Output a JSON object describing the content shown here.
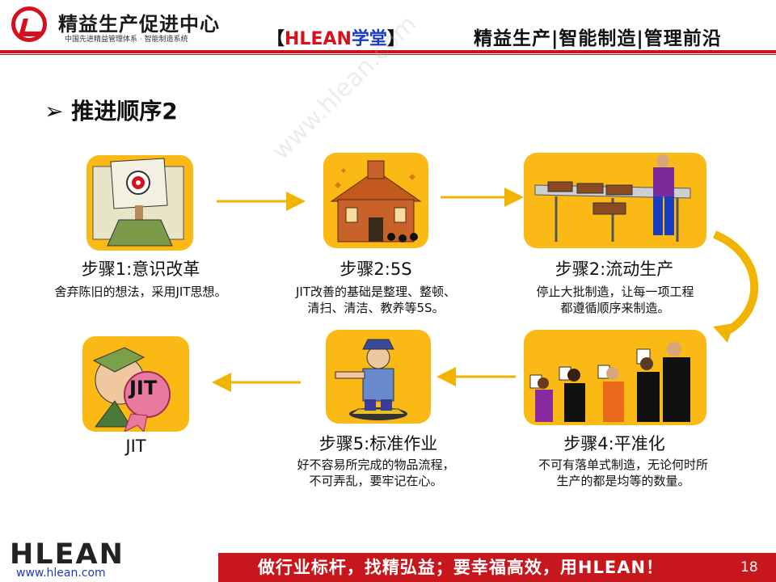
{
  "header": {
    "org_name": "精益生产促进中心",
    "org_sub": "中国先进精益管理体系 · 智能制造系统",
    "brand_bracket_left": "【",
    "brand_h": "HLEAN",
    "brand_cn": "学堂",
    "brand_bracket_right": "】",
    "right_text": "精益生产|智能制造|管理前沿"
  },
  "title": "推进顺序2",
  "watermark": "www.hlean.com",
  "steps": [
    {
      "title": "步骤1:意识改革",
      "desc": [
        "舍弃陈旧的想法，采用JIT思想。"
      ],
      "icon": "target-sign-head-icon"
    },
    {
      "title": "步骤2:5S",
      "desc": [
        "JIT改善的基础是整理、整顿、",
        "清扫、清洁、教养等5S。"
      ],
      "icon": "schoolhouse-icon"
    },
    {
      "title": "步骤2:流动生产",
      "desc": [
        "停止大批制造，让每一项工程",
        "都遵循顺序来制造。"
      ],
      "icon": "conveyor-worker-icon"
    },
    {
      "title": "步骤4:平准化",
      "desc": [
        "不可有落单式制造，无论何时所",
        "生产的都是均等的数量。"
      ],
      "icon": "judges-scores-icon"
    },
    {
      "title": "步骤5:标准作业",
      "desc": [
        "好不容易所完成的物品流程，",
        "不可弄乱，要牢记在心。"
      ],
      "icon": "traffic-officer-icon"
    },
    {
      "title": "JIT",
      "desc": [],
      "icon": "jit-award-icon"
    }
  ],
  "jit_badge": "JIT",
  "footer": {
    "logo": "HLEAN",
    "url": "www.hlean.com",
    "slogan": "做行业标杆，找精弘益；要幸福高效，用HLEAN！",
    "page": "18"
  },
  "colors": {
    "accent_red": "#c8161d",
    "card_yellow": "#fbb916",
    "arrow_gold": "#f2b400"
  }
}
